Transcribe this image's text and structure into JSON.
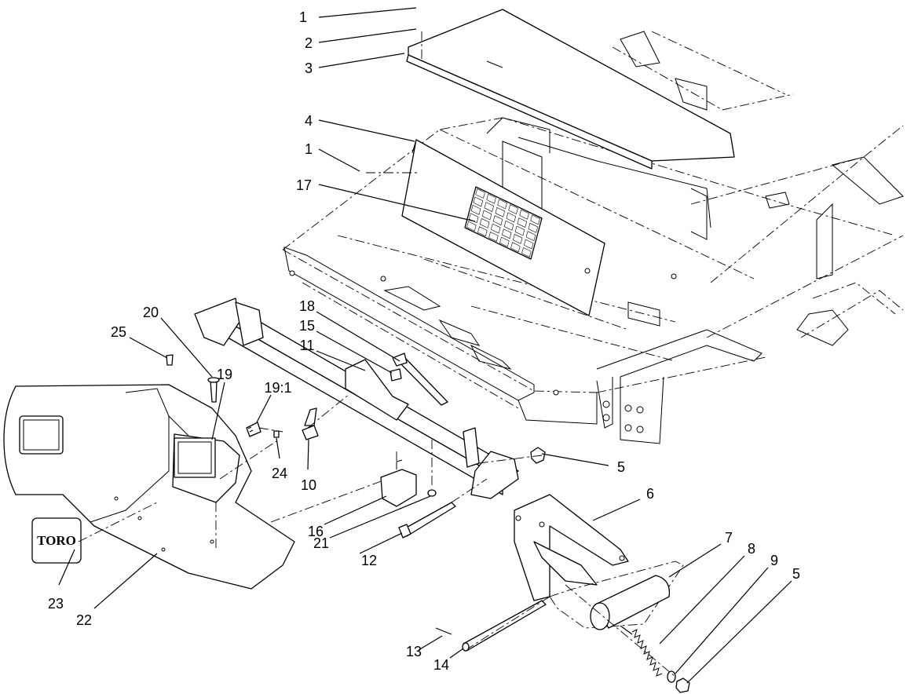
{
  "callouts": [
    {
      "id": "c1a",
      "text": "1"
    },
    {
      "id": "c2",
      "text": "2"
    },
    {
      "id": "c3",
      "text": "3"
    },
    {
      "id": "c4",
      "text": "4"
    },
    {
      "id": "c1b",
      "text": "1"
    },
    {
      "id": "c17",
      "text": "17"
    },
    {
      "id": "c18",
      "text": "18"
    },
    {
      "id": "c15",
      "text": "15"
    },
    {
      "id": "c11",
      "text": "11"
    },
    {
      "id": "c20",
      "text": "20"
    },
    {
      "id": "c25",
      "text": "25"
    },
    {
      "id": "c19",
      "text": "19"
    },
    {
      "id": "c19_1",
      "text": "19:1"
    },
    {
      "id": "c24",
      "text": "24"
    },
    {
      "id": "c10",
      "text": "10"
    },
    {
      "id": "c5a",
      "text": "5"
    },
    {
      "id": "c6",
      "text": "6"
    },
    {
      "id": "c16",
      "text": "16"
    },
    {
      "id": "c21",
      "text": "21"
    },
    {
      "id": "c12",
      "text": "12"
    },
    {
      "id": "c7",
      "text": "7"
    },
    {
      "id": "c8",
      "text": "8"
    },
    {
      "id": "c9",
      "text": "9"
    },
    {
      "id": "c5b",
      "text": "5"
    },
    {
      "id": "c23",
      "text": "23"
    },
    {
      "id": "c22",
      "text": "22"
    },
    {
      "id": "c13",
      "text": "13"
    },
    {
      "id": "c14",
      "text": "14"
    }
  ],
  "logo": {
    "text": "TORO"
  }
}
